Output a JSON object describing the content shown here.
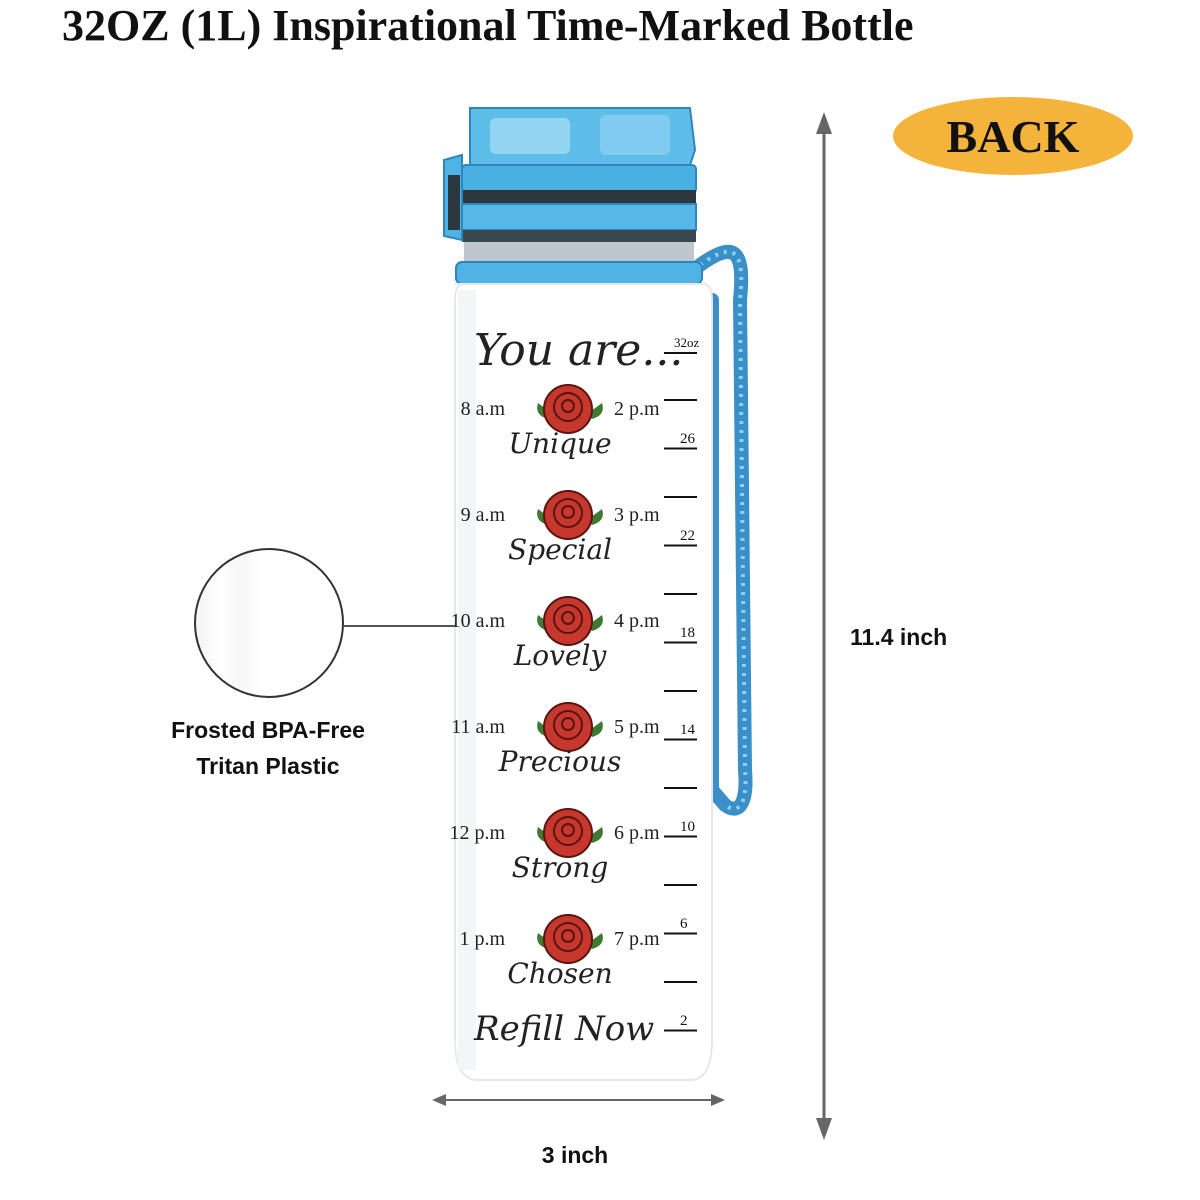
{
  "title": "32OZ (1L) Inspirational Time-Marked Bottle",
  "badge": {
    "label": "BACK",
    "color": "#f4b43c"
  },
  "dimensions": {
    "height_label": "11.4 inch",
    "width_label": "3 inch"
  },
  "material": {
    "line1": "Frosted BPA-Free",
    "line2": "Tritan Plastic"
  },
  "bottle": {
    "header": "You are...",
    "capacity_label": "32oz",
    "footer": "Refill Now",
    "cap_color": "#4fb3e6",
    "strap_color": "#3a8fc9",
    "rows": [
      {
        "left_time": "8 a.m",
        "right_time": "2 p.m",
        "word": "Unique"
      },
      {
        "left_time": "9 a.m",
        "right_time": "3 p.m",
        "word": "Special"
      },
      {
        "left_time": "10 a.m",
        "right_time": "4 p.m",
        "word": "Lovely"
      },
      {
        "left_time": "11 a.m",
        "right_time": "5 p.m",
        "word": "Precious"
      },
      {
        "left_time": "12 p.m",
        "right_time": "6 p.m",
        "word": "Strong"
      },
      {
        "left_time": "1 p.m",
        "right_time": "7 p.m",
        "word": "Chosen"
      }
    ],
    "scale_numbers": [
      "26",
      "22",
      "18",
      "14",
      "10",
      "6",
      "2"
    ]
  }
}
